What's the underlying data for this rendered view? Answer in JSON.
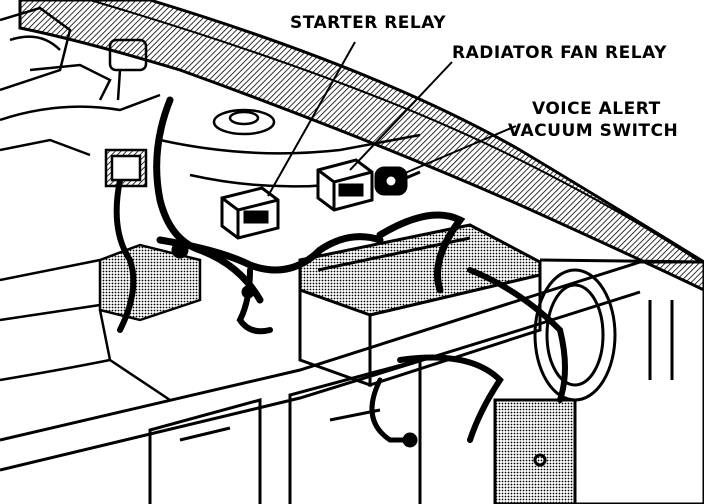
{
  "callouts": {
    "starter_relay": "STARTER RELAY",
    "radiator_fan_relay": "RADIATOR FAN RELAY",
    "voice_alert_line1": "VOICE ALERT",
    "voice_alert_line2": "VACUUM SWITCH"
  },
  "colors": {
    "ink": "#000000",
    "paper": "#ffffff"
  }
}
